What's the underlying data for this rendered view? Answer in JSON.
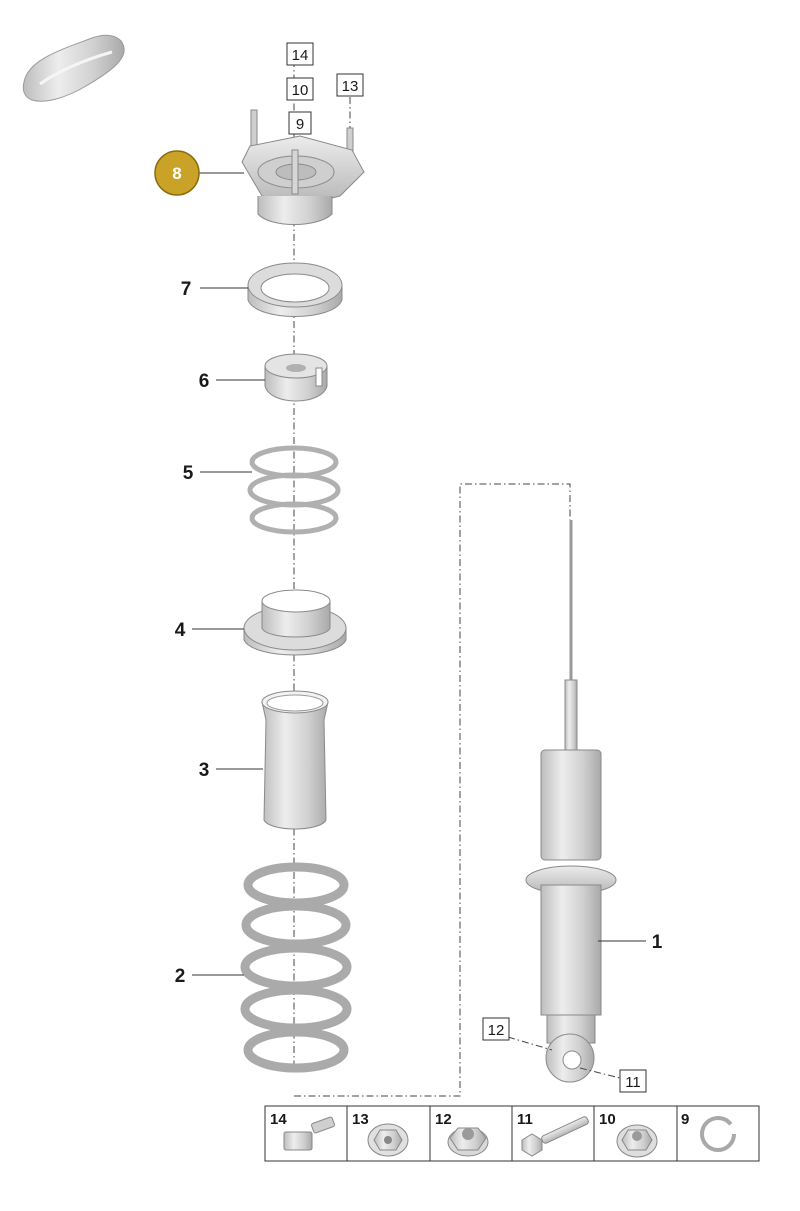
{
  "highlight": {
    "label": "8",
    "color": "#c9a227"
  },
  "callouts": [
    {
      "id": "c7",
      "label": "7"
    },
    {
      "id": "c6",
      "label": "6"
    },
    {
      "id": "c5",
      "label": "5"
    },
    {
      "id": "c4",
      "label": "4"
    },
    {
      "id": "c3",
      "label": "3"
    },
    {
      "id": "c2",
      "label": "2"
    },
    {
      "id": "c1",
      "label": "1"
    }
  ],
  "boxed_callouts": [
    {
      "id": "b14",
      "label": "14"
    },
    {
      "id": "b10",
      "label": "10"
    },
    {
      "id": "b9",
      "label": "9"
    },
    {
      "id": "b13",
      "label": "13"
    },
    {
      "id": "b12",
      "label": "12"
    },
    {
      "id": "b11",
      "label": "11"
    }
  ],
  "legend": [
    {
      "label": "14",
      "icon": "connector-icon"
    },
    {
      "label": "13",
      "icon": "flange-nut-icon"
    },
    {
      "label": "12",
      "icon": "hex-nut-icon"
    },
    {
      "label": "11",
      "icon": "bolt-icon"
    },
    {
      "label": "10",
      "icon": "collar-nut-icon"
    },
    {
      "label": "9",
      "icon": "circlip-icon"
    }
  ]
}
